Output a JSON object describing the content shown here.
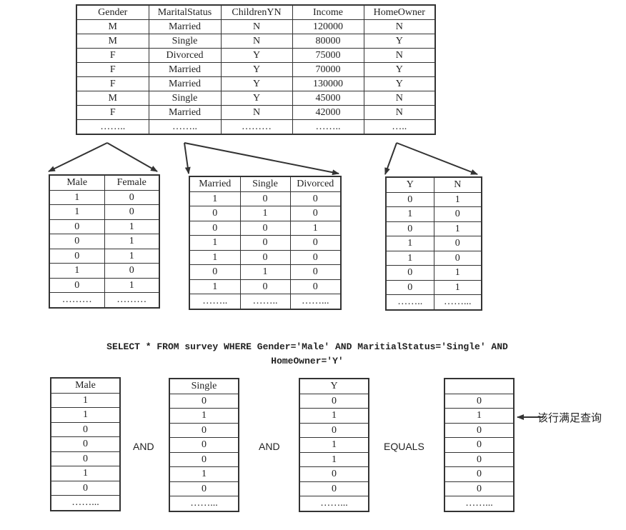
{
  "main_table": {
    "headers": [
      "Gender",
      "MaritalStatus",
      "ChildrenYN",
      "Income",
      "HomeOwner"
    ],
    "rows": [
      [
        "M",
        "Married",
        "N",
        "120000",
        "N"
      ],
      [
        "M",
        "Single",
        "N",
        "80000",
        "Y"
      ],
      [
        "F",
        "Divorced",
        "Y",
        "75000",
        "N"
      ],
      [
        "F",
        "Married",
        "Y",
        "70000",
        "Y"
      ],
      [
        "F",
        "Married",
        "Y",
        "130000",
        "Y"
      ],
      [
        "M",
        "Single",
        "Y",
        "45000",
        "N"
      ],
      [
        "F",
        "Married",
        "N",
        "42000",
        "N"
      ],
      [
        "……..",
        "……..",
        "………",
        "……..",
        "….."
      ]
    ]
  },
  "gender_bitmap": {
    "headers": [
      "Male",
      "Female"
    ],
    "rows": [
      [
        "1",
        "0"
      ],
      [
        "1",
        "0"
      ],
      [
        "0",
        "1"
      ],
      [
        "0",
        "1"
      ],
      [
        "0",
        "1"
      ],
      [
        "1",
        "0"
      ],
      [
        "0",
        "1"
      ],
      [
        "………",
        "………"
      ]
    ]
  },
  "marital_bitmap": {
    "headers": [
      "Married",
      "Single",
      "Divorced"
    ],
    "rows": [
      [
        "1",
        "0",
        "0"
      ],
      [
        "0",
        "1",
        "0"
      ],
      [
        "0",
        "0",
        "1"
      ],
      [
        "1",
        "0",
        "0"
      ],
      [
        "1",
        "0",
        "0"
      ],
      [
        "0",
        "1",
        "0"
      ],
      [
        "1",
        "0",
        "0"
      ],
      [
        "……..",
        "……..",
        "……..."
      ]
    ]
  },
  "homeowner_bitmap": {
    "headers": [
      "Y",
      "N"
    ],
    "rows": [
      [
        "0",
        "1"
      ],
      [
        "1",
        "0"
      ],
      [
        "0",
        "1"
      ],
      [
        "1",
        "0"
      ],
      [
        "1",
        "0"
      ],
      [
        "0",
        "1"
      ],
      [
        "0",
        "1"
      ],
      [
        "……..",
        "……..."
      ]
    ]
  },
  "query": {
    "line1": "SELECT * FROM survey WHERE Gender='Male' AND MaritialStatus='Single' AND",
    "line2": "HomeOwner='Y'"
  },
  "operand_male": {
    "header": "Male",
    "values": [
      "1",
      "1",
      "0",
      "0",
      "0",
      "1",
      "0",
      "……..."
    ]
  },
  "operand_single": {
    "header": "Single",
    "values": [
      "0",
      "1",
      "0",
      "0",
      "0",
      "1",
      "0",
      "……..."
    ]
  },
  "operand_y": {
    "header": "Y",
    "values": [
      "0",
      "1",
      "0",
      "1",
      "1",
      "0",
      "0",
      "……..."
    ]
  },
  "result": {
    "header": "",
    "values": [
      "0",
      "1",
      "0",
      "0",
      "0",
      "0",
      "0",
      "……..."
    ]
  },
  "operators": {
    "and1": "AND",
    "and2": "AND",
    "equals": "EQUALS"
  },
  "annotation": "该行满足查询"
}
